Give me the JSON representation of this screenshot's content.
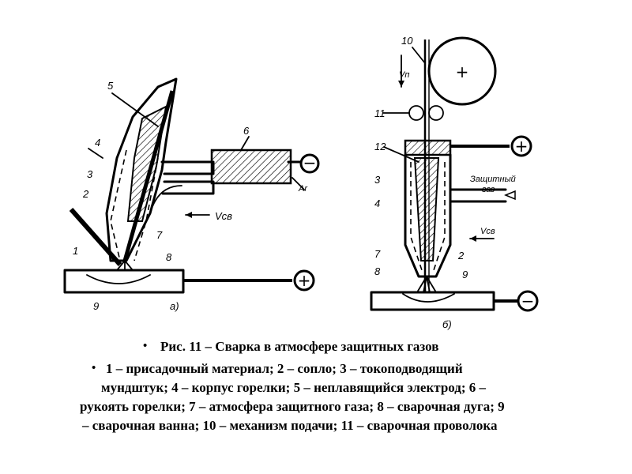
{
  "figure": {
    "left": {
      "labels": [
        "1",
        "2",
        "3",
        "4",
        "5",
        "6",
        "7",
        "8",
        "9"
      ],
      "arrow_label": "Vсв",
      "gas_label": "Ar",
      "plus": "+",
      "minus": "−",
      "panel_tag": "а)"
    },
    "right": {
      "labels": [
        "10",
        "11",
        "12",
        "3",
        "4",
        "7",
        "8",
        "2",
        "9"
      ],
      "feed_label": "Vп",
      "arrow_label": "Vсв",
      "gas_label_1": "Защитный",
      "gas_label_2": "газ",
      "plus_top": "+",
      "minus_bottom": "−",
      "panel_tag": "б)"
    }
  },
  "caption": {
    "bullet": "•",
    "title": "Рис. 11 – Сварка в атмосфере защитных газов",
    "legend_lines": [
      "1 – присадочный материал; 2 – сопло; 3 – токоподводящий",
      "мундштук; 4 – корпус горелки; 5 – неплавящийся электрод; 6 –",
      "рукоять горелки; 7 – атмосфера защитного газа; 8 – сварочная дуга; 9",
      "– сварочная ванна; 10 – механизм подачи; 11 – сварочная проволока"
    ]
  }
}
